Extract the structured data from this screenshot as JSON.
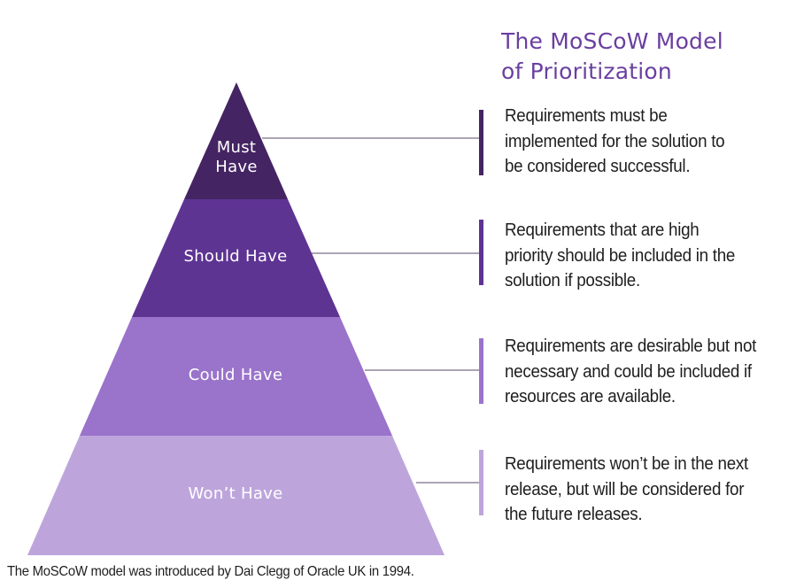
{
  "title": {
    "line1": "The MoSCoW Model",
    "line2": "of Prioritization"
  },
  "tiers": [
    {
      "label_lines": [
        "Must",
        "Have"
      ],
      "color": "#442462",
      "accent": "#442462",
      "description_lines": [
        "Requirements must be",
        "implemented for the solution to",
        "be considered successful."
      ]
    },
    {
      "label_lines": [
        "Should Have"
      ],
      "color": "#5e3493",
      "accent": "#5e3493",
      "description_lines": [
        "Requirements that are high",
        "priority should be included in the",
        "solution if possible."
      ]
    },
    {
      "label_lines": [
        "Could Have"
      ],
      "color": "#9a73cb",
      "accent": "#9a73cb",
      "description_lines": [
        "Requirements are desirable but not",
        "necessary and could be included if",
        "resources are available."
      ]
    },
    {
      "label_lines": [
        "Won’t Have"
      ],
      "color": "#bda5dc",
      "accent": "#bda5dc",
      "description_lines": [
        "Requirements won’t be in the next",
        "release, but will be considered for",
        "the future releases."
      ]
    }
  ],
  "footnote": "The MoSCoW model was introduced by Dai Clegg of Oracle UK in 1994."
}
